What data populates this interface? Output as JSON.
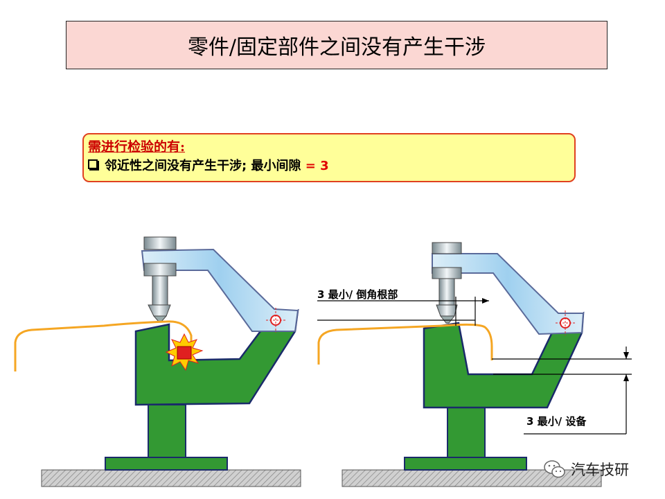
{
  "title": "零件/固定部件之间没有产生干涉",
  "note": {
    "heading": "需进行检验的有:",
    "item_text": "邻近性之间没有产生干涉; 最小间隙 ",
    "item_value": "= 3"
  },
  "dimensions": {
    "chamfer_label": "3 最小/ 倒角根部",
    "equipment_label": "3 最小/ 设备"
  },
  "watermark": "汽车技研",
  "colors": {
    "fixture_green": "#339933",
    "clamp_blue": "#cfe7f5",
    "part_orange": "#f5a623",
    "collision_red": "#e02020",
    "collision_burst": "#ffcc00",
    "ground_hatch": "#bbbbbb"
  }
}
